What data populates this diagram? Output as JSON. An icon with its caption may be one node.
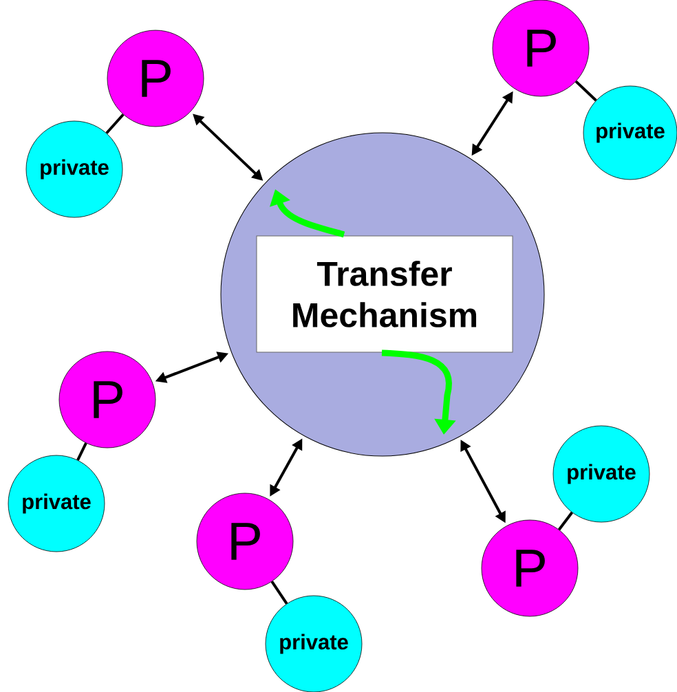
{
  "diagram": {
    "nodes": [
      {
        "text": [],
        "shape": "circle"
      },
      {
        "text": [
          "Transfer Mechanism"
        ],
        "in": 0
      },
      {
        "text": [
          "P"
        ]
      },
      {
        "text": [
          "private"
        ]
      },
      {
        "text": [
          "P"
        ]
      },
      {
        "text": [
          "private"
        ]
      },
      {
        "text": [
          "P"
        ]
      },
      {
        "text": [
          "private"
        ]
      },
      {
        "text": [
          "P"
        ]
      },
      {
        "text": [
          "private"
        ]
      },
      {
        "text": [
          "private"
        ]
      },
      {
        "text": [
          "P"
        ]
      }
    ],
    "edges": [
      {
        "from": 0,
        "to": 2,
        "arrow": "both"
      },
      {
        "from": 2,
        "to": 3,
        "arrow": "none"
      },
      {
        "from": 0,
        "to": 4,
        "arrow": "both"
      },
      {
        "from": 4,
        "to": 5,
        "arrow": "none"
      },
      {
        "from": 0,
        "to": 6,
        "arrow": "both"
      },
      {
        "from": 6,
        "to": 7,
        "arrow": "none"
      },
      {
        "from": 0,
        "to": 8,
        "arrow": "both"
      },
      {
        "from": 8,
        "to": 9,
        "arrow": "none"
      },
      {
        "from": 0,
        "to": 11,
        "arrow": "both"
      },
      {
        "from": 11,
        "to": 10,
        "arrow": "none"
      }
    ]
  }
}
